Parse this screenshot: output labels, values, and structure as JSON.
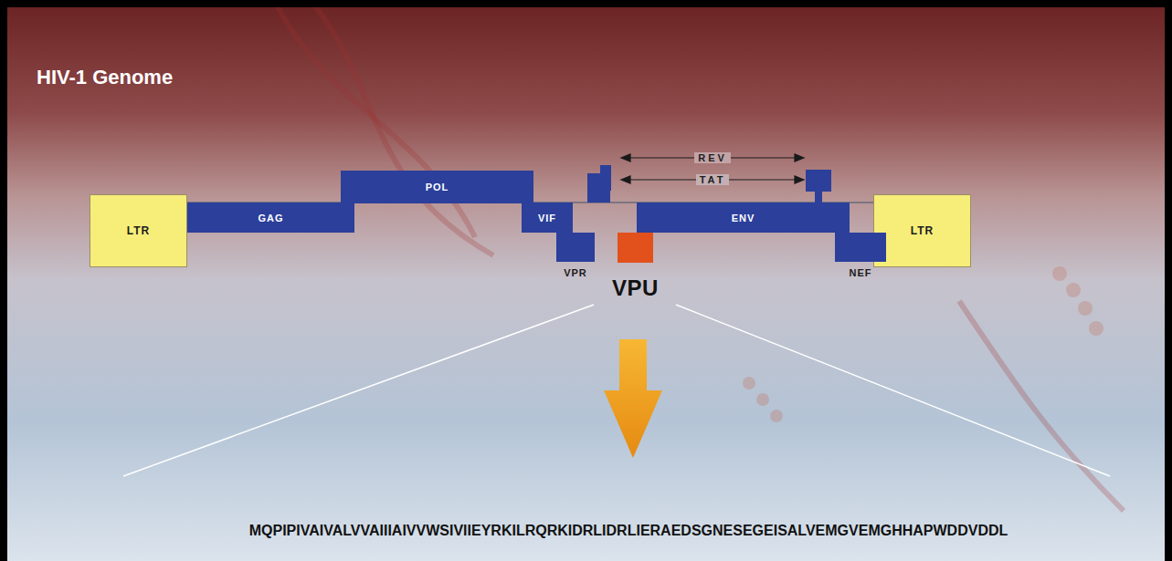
{
  "diagram": {
    "title": "HIV-1 Genome",
    "nodes": [
      {
        "text": [
          "LTR"
        ]
      },
      {
        "text": [
          "GAG"
        ]
      },
      {
        "text": [
          "POL"
        ]
      },
      {
        "text": [
          "VIF"
        ]
      },
      {
        "text": [
          "VPR"
        ]
      },
      {
        "text": [
          "VPU"
        ]
      },
      {
        "text": [
          "ENV"
        ]
      },
      {
        "text": [
          "NEF"
        ]
      },
      {
        "text": [
          "LTR"
        ]
      }
    ],
    "edges": [],
    "labels": [
      "REV",
      "TAT",
      "MQPIPIVAIVALVVAIIIAIVVWSIVIIEYRKILRQRKIDRLIDRLIERAEDSGNESEGEISALVEMGVEMGHHAPWDDVDDL"
    ]
  }
}
